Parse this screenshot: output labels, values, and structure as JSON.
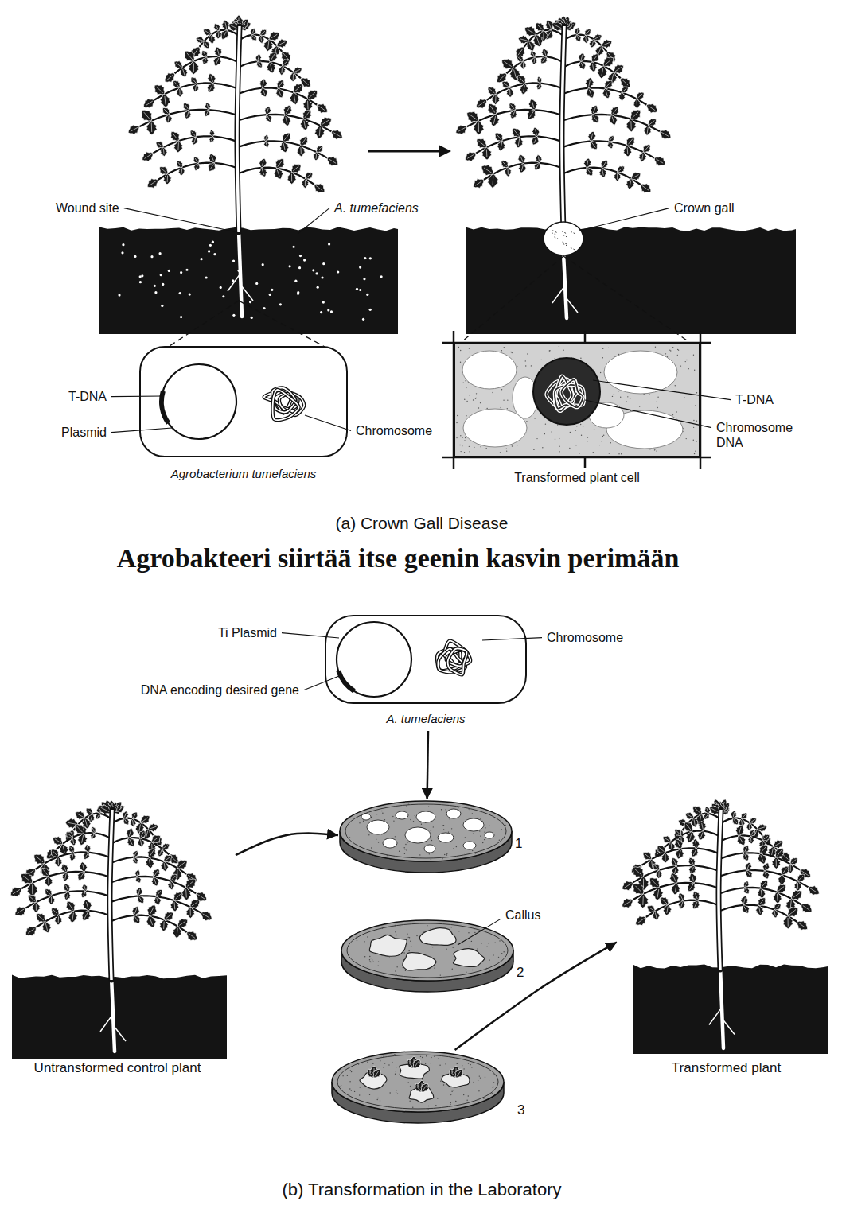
{
  "diagram": {
    "title": "Agrobakteeri siirtää itse geenin kasvin perimään",
    "nodes": [
      {
        "text": [
          "Agrobacterium tumefaciens"
        ]
      },
      {
        "text": [
          "Transformed plant cell"
        ]
      },
      {
        "text": [
          "A. tumefaciens"
        ]
      },
      {
        "text": [
          "Untransformed control plant"
        ]
      },
      {
        "text": [
          "1"
        ]
      },
      {
        "text": [
          "2"
        ]
      },
      {
        "text": [
          "3"
        ]
      },
      {
        "text": [
          "Transformed plant"
        ]
      }
    ],
    "edges": [
      {
        "from": 2,
        "to": 4,
        "arrow": "to"
      },
      {
        "from": 3,
        "to": 4,
        "arrow": "to"
      },
      {
        "from": 6,
        "to": 7,
        "arrow": "to"
      }
    ],
    "labels": [
      "Wound site",
      "A. tumefaciens",
      "Crown gall",
      "T-DNA",
      "Plasmid",
      "Chromosome",
      "T-DNA",
      "Chromosome DNA",
      "(a) Crown Gall Disease",
      "Ti Plasmid",
      "DNA encoding desired gene",
      "Chromosome",
      "Callus",
      "(b) Transformation in the Laboratory"
    ]
  }
}
